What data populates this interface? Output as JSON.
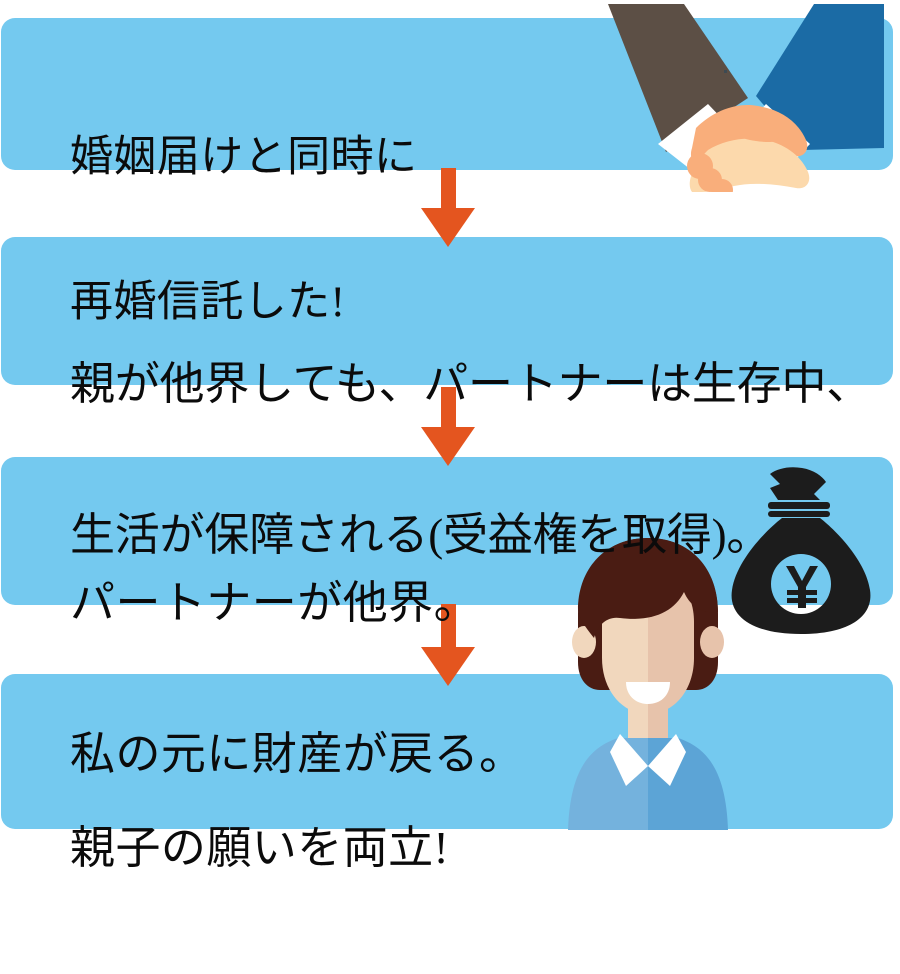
{
  "diagram": {
    "title": "再婚信託フロー",
    "box_color": "#74c9ef",
    "arrow_color": "#e4551f",
    "text_color": "#0b0b0b",
    "steps": [
      {
        "id": "step-1",
        "lines": [
          "婚姻届けと同時に",
          "再婚信託した!"
        ],
        "illustration": "handshake-illustration"
      },
      {
        "id": "step-2",
        "lines": [
          "親が他界しても、パートナーは生存中、",
          "生活が保障される(受益権を取得)。"
        ],
        "illustration": ""
      },
      {
        "id": "step-3",
        "lines": [
          "パートナーが他界。",
          "私の元に財産が戻る。"
        ],
        "illustration": "money-bag-illustration"
      },
      {
        "id": "step-4",
        "lines": [
          "親子の願いを両立!"
        ],
        "illustration": "woman-illustration"
      }
    ],
    "arrows": [
      {
        "id": "arrow-1",
        "direction": "down"
      },
      {
        "id": "arrow-2",
        "direction": "down"
      },
      {
        "id": "arrow-3",
        "direction": "down"
      }
    ],
    "illustrations": {
      "handshake": {
        "name": "handshake-icon",
        "left_sleeve_color": "#5c4f45",
        "right_sleeve_color": "#1b6ba5",
        "cuff_color": "#ffffff",
        "hand_light_color": "#fcd9ac",
        "hand_dark_color": "#f9ae7b"
      },
      "money_bag": {
        "name": "money-bag-icon",
        "bag_color": "#1c1c1c",
        "symbol": "¥"
      },
      "woman": {
        "name": "woman-avatar-icon",
        "hair_color": "#4a1c13",
        "skin_light_color": "#f1d7bd",
        "skin_dark_color": "#e7c3ab",
        "shirt_light_color": "#74b2dd",
        "shirt_dark_color": "#5ca4d6",
        "collar_color": "#ffffff"
      }
    }
  }
}
